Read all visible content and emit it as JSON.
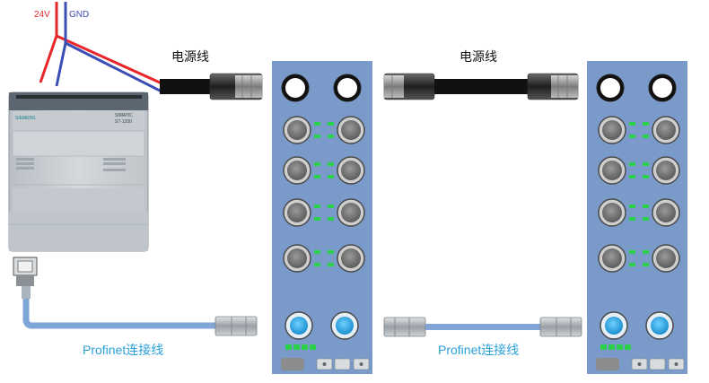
{
  "labels": {
    "v24": "24V",
    "gnd": "GND",
    "power_cable_1": "电源线",
    "power_cable_2": "电源线",
    "profinet_cable_1": "Profinet连接线",
    "profinet_cable_2": "Profinet连接线"
  },
  "plc": {
    "brand": "SIEMENS",
    "model_line1": "SIMATIC",
    "model_line2": "S7-1200"
  },
  "colors": {
    "wire_24v": "#e8262a",
    "wire_gnd": "#3a4fb5",
    "power_cable": "#111111",
    "profinet_cable": "#7fa6d6",
    "io_module": "#7a9bc9",
    "led_green": "#2bd14a",
    "profinet_port": "#29a6e6",
    "plc_body": "#c9ced3",
    "profinet_text": "#2aa0d8"
  },
  "io_modules": [
    {
      "power_ports": 2,
      "signal_port_rows": 4,
      "profinet_ports": 2,
      "status_leds": 4
    },
    {
      "power_ports": 2,
      "signal_port_rows": 4,
      "profinet_ports": 2,
      "status_leds": 4
    }
  ]
}
